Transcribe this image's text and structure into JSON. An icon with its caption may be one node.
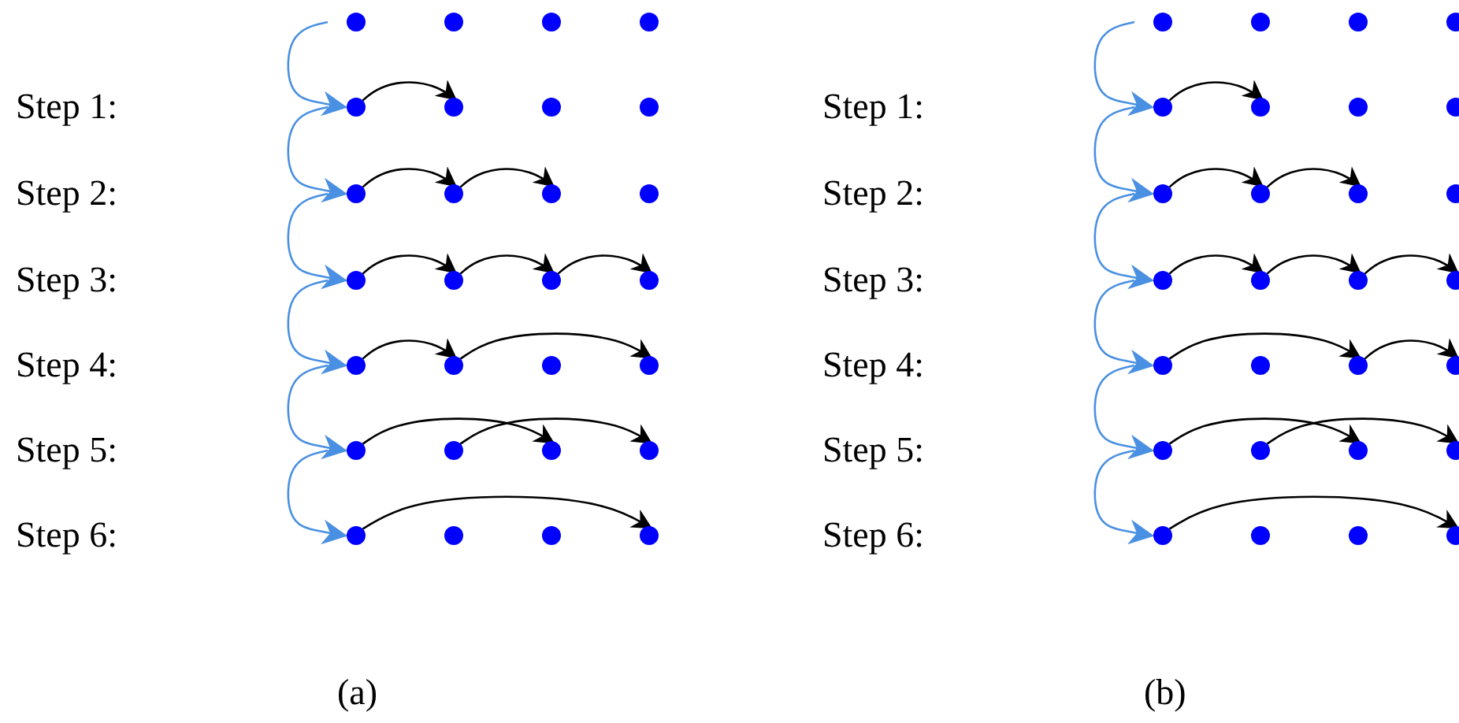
{
  "diagram": {
    "nodes": [
      {
        "text": [],
        "shape": "circle"
      },
      {
        "text": [],
        "shape": "circle"
      },
      {
        "text": [],
        "shape": "circle"
      },
      {
        "text": [],
        "shape": "circle"
      },
      {
        "text": [],
        "shape": "circle"
      },
      {
        "text": [],
        "shape": "circle"
      },
      {
        "text": [],
        "shape": "circle"
      },
      {
        "text": [],
        "shape": "circle"
      },
      {
        "text": [],
        "shape": "circle"
      },
      {
        "text": [],
        "shape": "circle"
      },
      {
        "text": [],
        "shape": "circle"
      },
      {
        "text": [],
        "shape": "circle"
      },
      {
        "text": [],
        "shape": "circle"
      },
      {
        "text": [],
        "shape": "circle"
      },
      {
        "text": [],
        "shape": "circle"
      },
      {
        "text": [],
        "shape": "circle"
      },
      {
        "text": [],
        "shape": "circle"
      },
      {
        "text": [],
        "shape": "circle"
      },
      {
        "text": [],
        "shape": "circle"
      },
      {
        "text": [],
        "shape": "circle"
      },
      {
        "text": [],
        "shape": "circle"
      },
      {
        "text": [],
        "shape": "circle"
      },
      {
        "text": [],
        "shape": "circle"
      },
      {
        "text": [],
        "shape": "circle"
      },
      {
        "text": [],
        "shape": "circle"
      },
      {
        "text": [],
        "shape": "circle"
      },
      {
        "text": [],
        "shape": "circle"
      },
      {
        "text": [],
        "shape": "circle"
      },
      {
        "text": [],
        "shape": "circle"
      },
      {
        "text": [],
        "shape": "circle"
      },
      {
        "text": [],
        "shape": "circle"
      },
      {
        "text": [],
        "shape": "circle"
      },
      {
        "text": [],
        "shape": "circle"
      },
      {
        "text": [],
        "shape": "circle"
      },
      {
        "text": [],
        "shape": "circle"
      },
      {
        "text": [],
        "shape": "circle"
      },
      {
        "text": [],
        "shape": "circle"
      },
      {
        "text": [],
        "shape": "circle"
      },
      {
        "text": [],
        "shape": "circle"
      },
      {
        "text": [],
        "shape": "circle"
      },
      {
        "text": [],
        "shape": "circle"
      },
      {
        "text": [],
        "shape": "circle"
      },
      {
        "text": [],
        "shape": "circle"
      },
      {
        "text": [],
        "shape": "circle"
      },
      {
        "text": [],
        "shape": "circle"
      },
      {
        "text": [],
        "shape": "circle"
      },
      {
        "text": [],
        "shape": "circle"
      },
      {
        "text": [],
        "shape": "circle"
      },
      {
        "text": [],
        "shape": "circle"
      },
      {
        "text": [],
        "shape": "circle"
      },
      {
        "text": [],
        "shape": "circle"
      },
      {
        "text": [],
        "shape": "circle"
      },
      {
        "text": [],
        "shape": "circle"
      },
      {
        "text": [],
        "shape": "circle"
      },
      {
        "text": [],
        "shape": "circle"
      },
      {
        "text": [],
        "shape": "circle"
      }
    ],
    "edges": [
      {
        "from": 0,
        "to": 4,
        "arrow": "to",
        "color": "#4a90e2"
      },
      {
        "from": 4,
        "to": 8,
        "arrow": "to",
        "color": "#4a90e2"
      },
      {
        "from": 8,
        "to": 12,
        "arrow": "to",
        "color": "#4a90e2"
      },
      {
        "from": 12,
        "to": 16,
        "arrow": "to",
        "color": "#4a90e2"
      },
      {
        "from": 16,
        "to": 20,
        "arrow": "to",
        "color": "#4a90e2"
      },
      {
        "from": 20,
        "to": 24,
        "arrow": "to",
        "color": "#4a90e2"
      },
      {
        "from": 4,
        "to": 5,
        "arrow": "to"
      },
      {
        "from": 8,
        "to": 9,
        "arrow": "to"
      },
      {
        "from": 9,
        "to": 10,
        "arrow": "to"
      },
      {
        "from": 12,
        "to": 13,
        "arrow": "to"
      },
      {
        "from": 13,
        "to": 14,
        "arrow": "to"
      },
      {
        "from": 14,
        "to": 15,
        "arrow": "to"
      },
      {
        "from": 16,
        "to": 17,
        "arrow": "to"
      },
      {
        "from": 17,
        "to": 19,
        "arrow": "to"
      },
      {
        "from": 20,
        "to": 22,
        "arrow": "to"
      },
      {
        "from": 21,
        "to": 23,
        "arrow": "to"
      },
      {
        "from": 24,
        "to": 27,
        "arrow": "to"
      },
      {
        "from": 28,
        "to": 32,
        "arrow": "to",
        "color": "#4a90e2"
      },
      {
        "from": 32,
        "to": 36,
        "arrow": "to",
        "color": "#4a90e2"
      },
      {
        "from": 36,
        "to": 40,
        "arrow": "to",
        "color": "#4a90e2"
      },
      {
        "from": 40,
        "to": 44,
        "arrow": "to",
        "color": "#4a90e2"
      },
      {
        "from": 44,
        "to": 48,
        "arrow": "to",
        "color": "#4a90e2"
      },
      {
        "from": 48,
        "to": 52,
        "arrow": "to",
        "color": "#4a90e2"
      },
      {
        "from": 32,
        "to": 33,
        "arrow": "to"
      },
      {
        "from": 36,
        "to": 37,
        "arrow": "to"
      },
      {
        "from": 37,
        "to": 38,
        "arrow": "to"
      },
      {
        "from": 40,
        "to": 41,
        "arrow": "to"
      },
      {
        "from": 41,
        "to": 42,
        "arrow": "to"
      },
      {
        "from": 42,
        "to": 43,
        "arrow": "to"
      },
      {
        "from": 44,
        "to": 46,
        "arrow": "to"
      },
      {
        "from": 46,
        "to": 47,
        "arrow": "to"
      },
      {
        "from": 48,
        "to": 50,
        "arrow": "to"
      },
      {
        "from": 49,
        "to": 51,
        "arrow": "to"
      },
      {
        "from": 52,
        "to": 55,
        "arrow": "to"
      }
    ],
    "labels": [
      "Step 1:",
      "Step 2:",
      "Step 3:",
      "Step 4:",
      "Step 5:",
      "Step 6:",
      "Step 1:",
      "Step 2:",
      "Step 3:",
      "Step 4:",
      "Step 5:",
      "Step 6:",
      "(a)",
      "(b)"
    ]
  }
}
